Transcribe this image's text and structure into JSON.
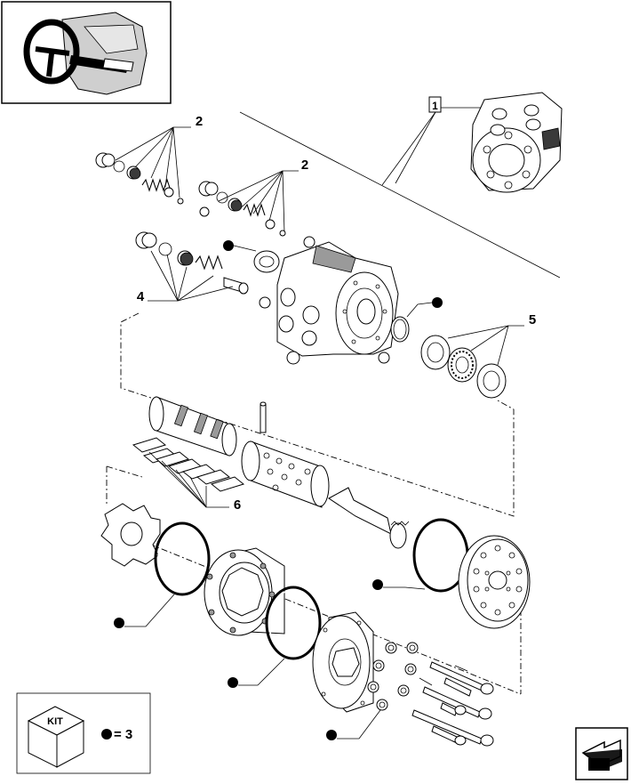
{
  "callouts": {
    "c1": "1",
    "c2a": "2",
    "c2b": "2",
    "c4": "4",
    "c5": "5",
    "c6": "6"
  },
  "legend": {
    "kit_label": "KIT",
    "equals_text": "= 3"
  },
  "icons": {
    "thumbnail": "tractor-steering-wheel-icon",
    "bullet": "kit-bullet-icon",
    "nav": "next-page-arrow-icon"
  }
}
